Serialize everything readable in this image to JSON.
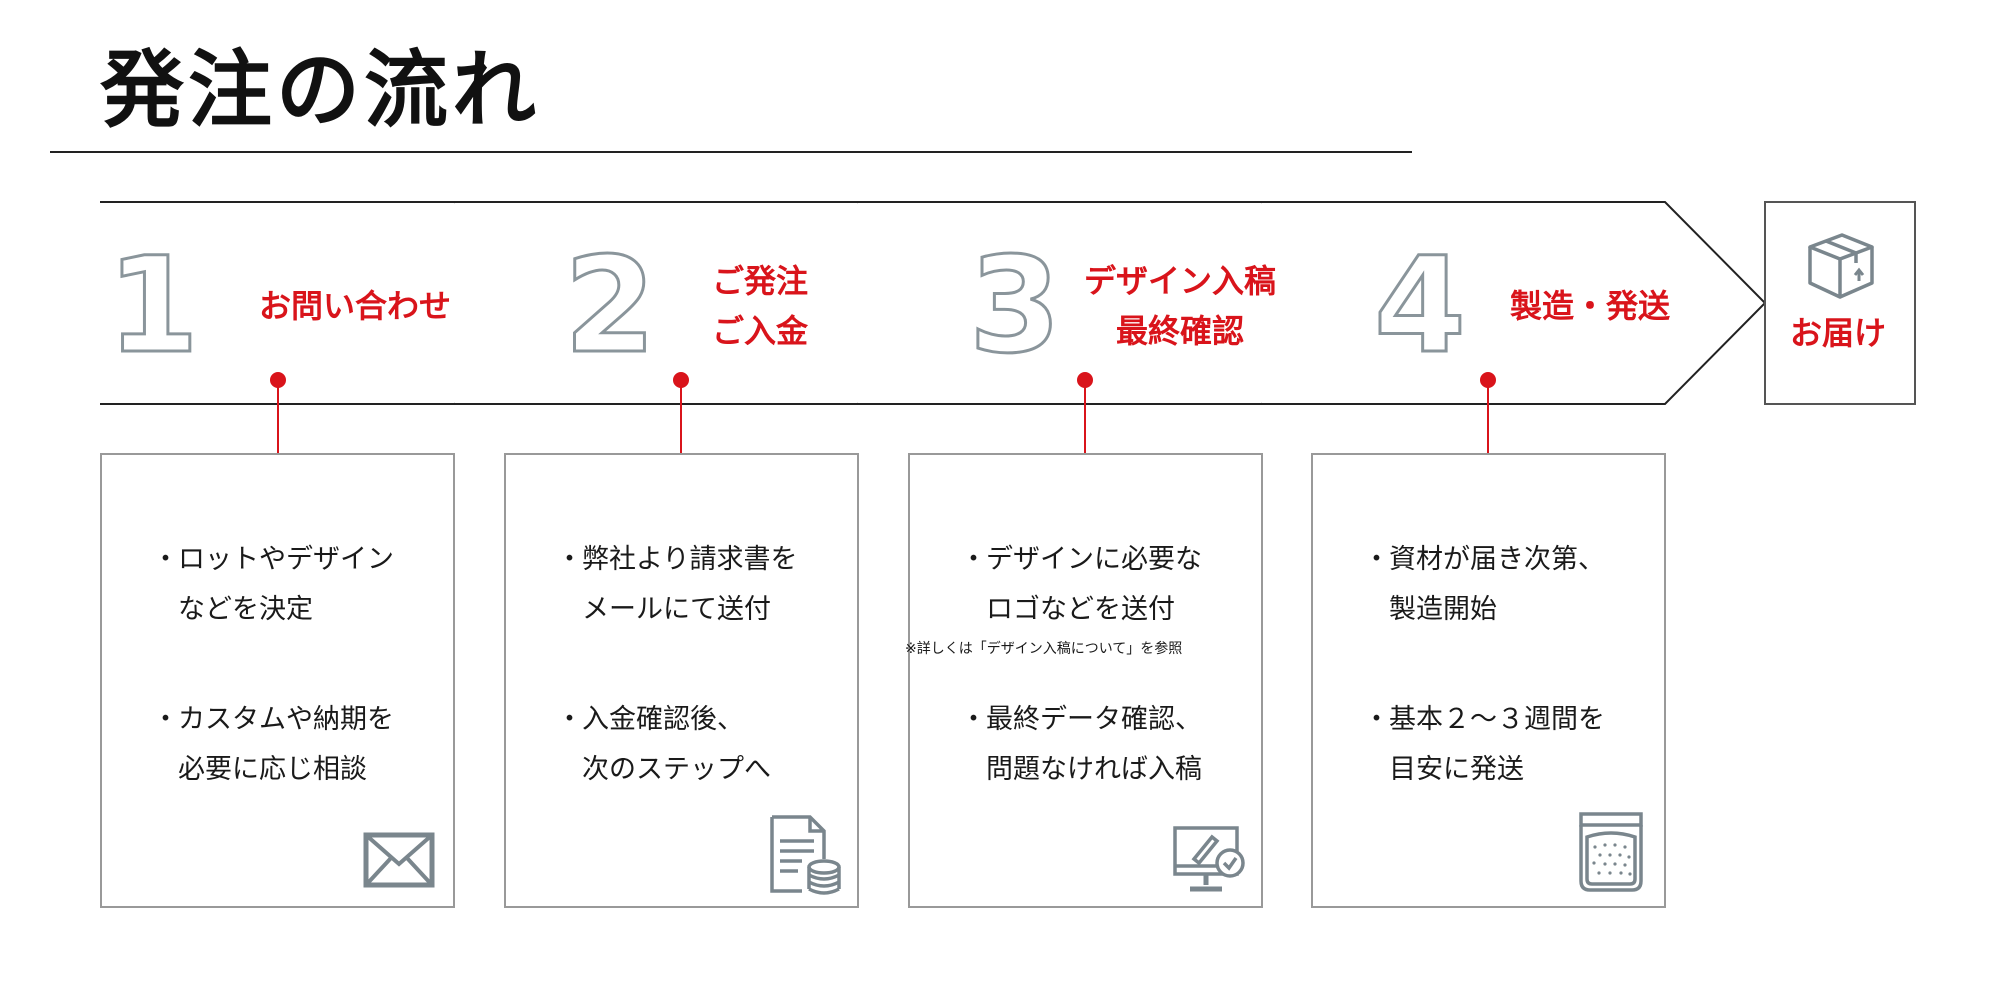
{
  "page": {
    "title": "発注の流れ"
  },
  "colors": {
    "accent": "#d9141b",
    "icon_gray": "#7a868d",
    "border": "#999999",
    "text": "#1a1a1a"
  },
  "steps": [
    {
      "number": "1",
      "label": [
        "お問い合わせ"
      ]
    },
    {
      "number": "2",
      "label": [
        "ご発注",
        "ご入金"
      ]
    },
    {
      "number": "3",
      "label": [
        "デザイン入稿",
        "最終確認"
      ]
    },
    {
      "number": "4",
      "label": [
        "製造・発送"
      ]
    }
  ],
  "final_step": {
    "label": "お届け",
    "icon": "package-box-icon"
  },
  "cards": [
    {
      "bullets": [
        {
          "lines": [
            "ロットやデザイン",
            "などを決定"
          ]
        },
        {
          "lines": [
            "カスタムや納期を",
            "必要に応じ相談"
          ]
        }
      ],
      "icon": "envelope-icon"
    },
    {
      "bullets": [
        {
          "lines": [
            "弊社より請求書を",
            "メールにて送付"
          ]
        },
        {
          "lines": [
            "入金確認後、",
            "次のステップへ"
          ]
        }
      ],
      "icon": "invoice-coins-icon"
    },
    {
      "bullets": [
        {
          "lines": [
            "デザインに必要な",
            "ロゴなどを送付"
          ],
          "note": "※詳しくは「デザイン入稿について」を参照"
        },
        {
          "lines": [
            "最終データ確認、",
            "問題なければ入稿"
          ]
        }
      ],
      "icon": "monitor-design-check-icon"
    },
    {
      "bullets": [
        {
          "lines": [
            "資材が届き次第、",
            "製造開始"
          ]
        },
        {
          "lines": [
            "基本２～３週間を",
            "目安に発送"
          ]
        }
      ],
      "icon": "standup-pouch-icon"
    }
  ]
}
